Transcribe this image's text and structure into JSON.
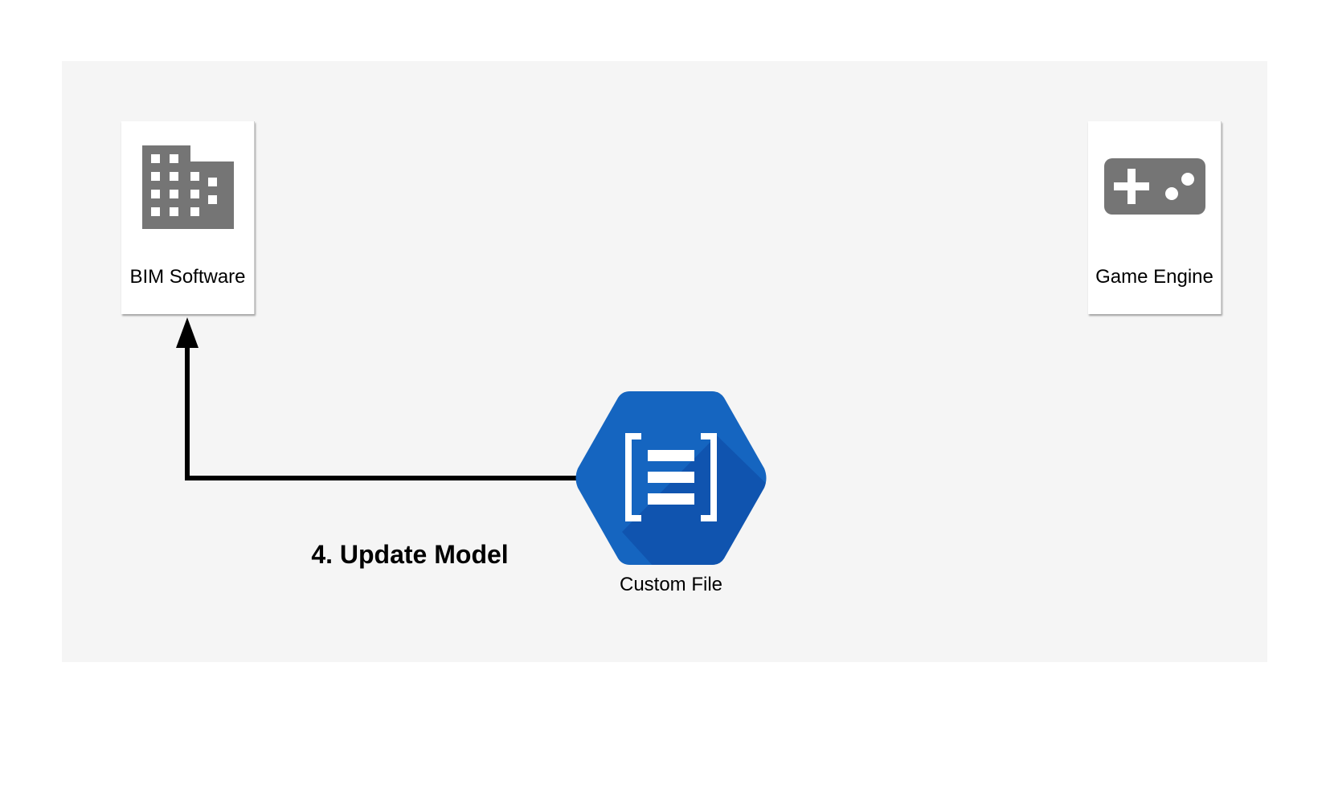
{
  "diagram": {
    "nodes": {
      "bim": {
        "label": "BIM Software",
        "icon": "building-icon"
      },
      "game": {
        "label": "Game Engine",
        "icon": "gamepad-icon"
      },
      "file": {
        "label": "Custom File",
        "icon": "custom-file-icon"
      }
    },
    "edges": [
      {
        "from": "file",
        "to": "bim",
        "label": "4. Update Model"
      }
    ],
    "colors": {
      "panel": "#f5f5f5",
      "icon_gray": "#757575",
      "file_blue": "#1565c0",
      "file_shadow": "#0d47a1",
      "arrow": "#000000"
    }
  }
}
